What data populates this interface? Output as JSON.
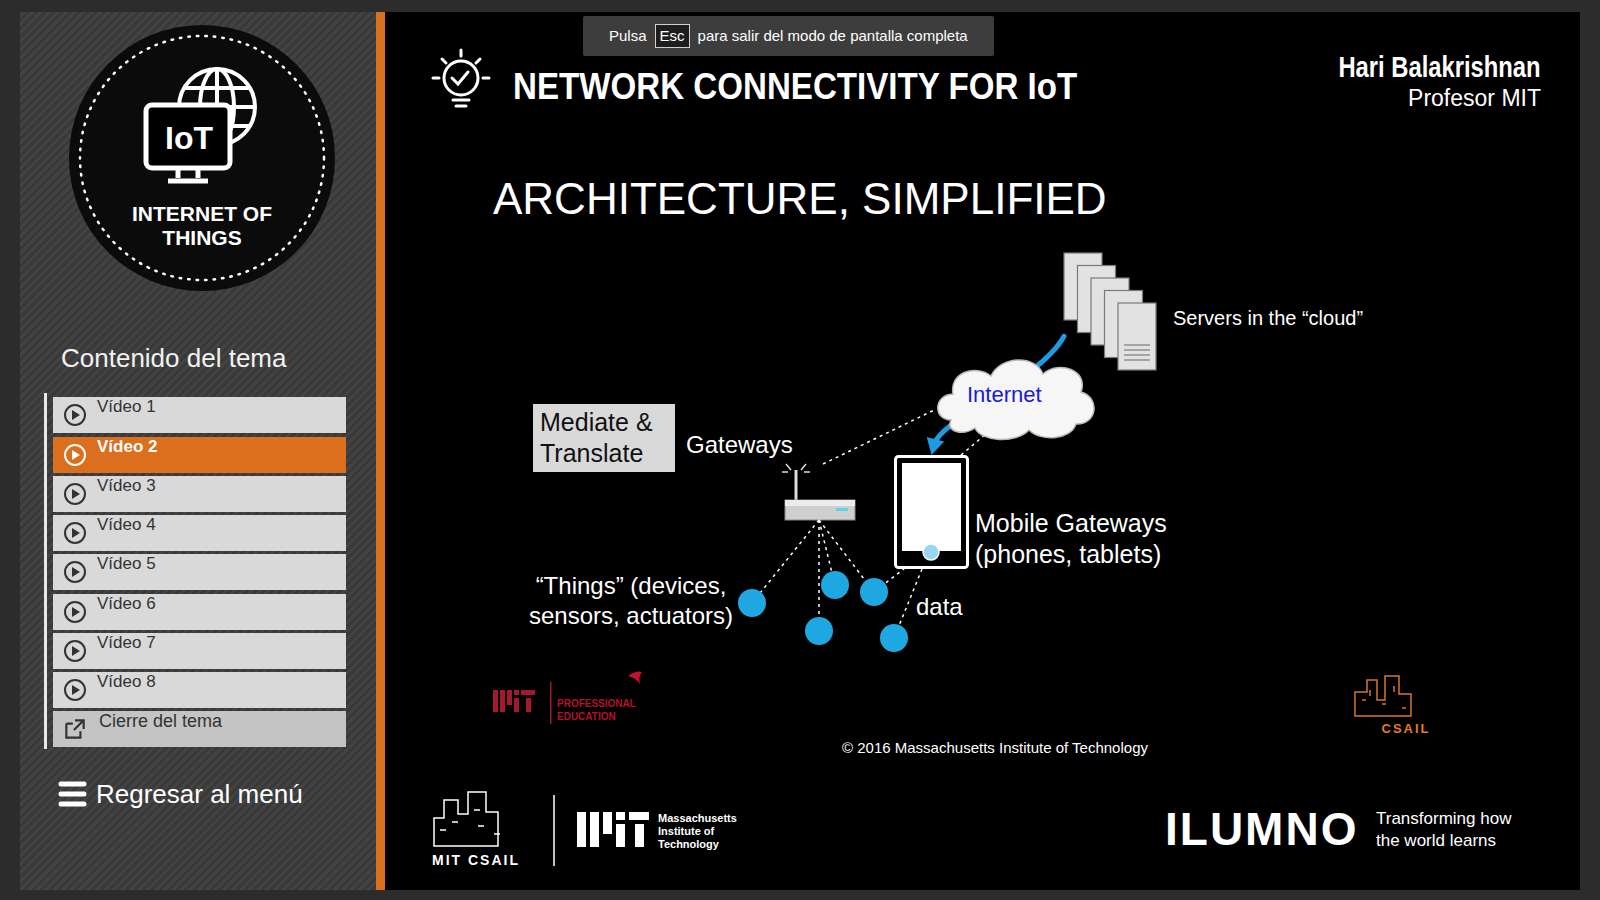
{
  "diagram": {
    "title": "ARCHITECTURE, SIMPLIFIED",
    "nodes": [
      {
        "text": [
          "IoT",
          "INTERNET OF THINGS"
        ]
      },
      {
        "text": [
          "Pulsa",
          "para salir del modo de pantalla completa"
        ]
      },
      {
        "text": [
          "Esc"
        ],
        "in": 1
      },
      {
        "text": [
          "Vídeo 1"
        ]
      },
      {
        "text": [
          "Vídeo 2"
        ]
      },
      {
        "text": [
          "Vídeo 3"
        ]
      },
      {
        "text": [
          "Vídeo 4"
        ]
      },
      {
        "text": [
          "Vídeo 5"
        ]
      },
      {
        "text": [
          "Vídeo 6"
        ]
      },
      {
        "text": [
          "Vídeo 7"
        ]
      },
      {
        "text": [
          "Vídeo 8"
        ]
      },
      {
        "text": [
          "Cierre del tema"
        ]
      },
      {
        "text": [
          "Mediate & Translate"
        ]
      },
      {
        "text": [
          "Servers in the “cloud”"
        ]
      },
      {
        "text": [
          "Internet"
        ]
      },
      {
        "text": [
          "Gateways"
        ]
      },
      {
        "text": [
          "Mobile Gateways (phones, tablets)"
        ]
      }
    ],
    "edges": [
      {
        "from": 13,
        "to": 16,
        "arrow": "to"
      },
      {
        "from": 15,
        "to": 14,
        "arrow": "none"
      },
      {
        "from": 16,
        "to": 14,
        "arrow": "none"
      }
    ],
    "labels": [
      "NETWORK CONNECTIVITY FOR IoT",
      "Hari Balakrishnan",
      "Profesor MIT",
      "Contenido del tema",
      "Regresar al menú",
      "“Things” (devices, sensors, actuators)",
      "data",
      "PROFESSIONAL EDUCATION",
      "CSAIL",
      "© 2016 Massachusetts Institute of Technology",
      "MIT CSAIL",
      "Massachusetts Institute of Technology",
      "ILUMNO",
      "Transforming how the world learns"
    ]
  }
}
